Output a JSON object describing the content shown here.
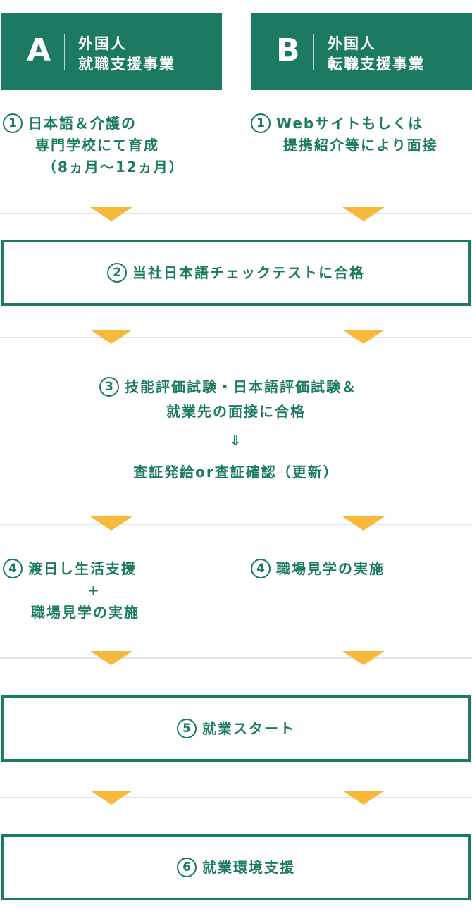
{
  "header_a": {
    "letter": "A",
    "line1": "外国人",
    "line2": "就職支援事業"
  },
  "header_b": {
    "letter": "B",
    "line1": "外国人",
    "line2": "転職支援事業"
  },
  "step1_a": {
    "num": "1",
    "line1": "日本語＆介護の",
    "line2": "専門学校にて育成",
    "line3": "（8ヵ月〜12ヵ月）"
  },
  "step1_b": {
    "num": "1",
    "line1": "Webサイトもしくは",
    "line2": "提携紹介等により面接"
  },
  "step2": {
    "num": "2",
    "text": "当社日本語チェックテストに合格"
  },
  "step3": {
    "num": "3",
    "line1": "技能評価試験・日本語評価試験＆",
    "line2": "就業先の面接に合格",
    "arrow": "⇓",
    "line3": "査証発給or査証確認（更新）"
  },
  "step4_a": {
    "num": "4",
    "line1": "渡日し生活支援",
    "plus": "+",
    "line2": "職場見学の実施"
  },
  "step4_b": {
    "num": "4",
    "line1": "職場見学の実施"
  },
  "step5": {
    "num": "5",
    "text": "就業スタート"
  },
  "step6": {
    "num": "6",
    "text": "就業環境支援"
  },
  "colors": {
    "green": "#1c7a62",
    "arrow": "#f7b83b",
    "divider": "#e4e4e4"
  }
}
